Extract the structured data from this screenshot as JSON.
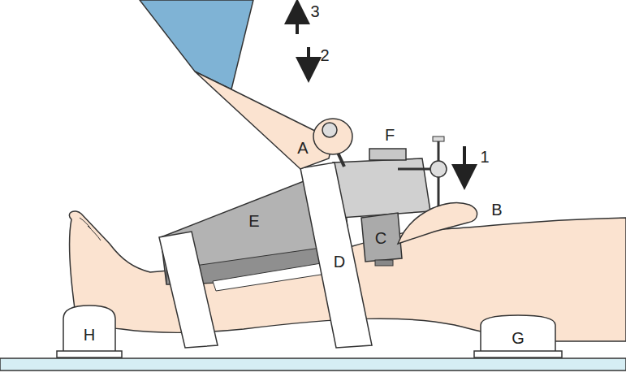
{
  "diagram": {
    "labels": [
      "A",
      "B",
      "C",
      "D",
      "E",
      "F",
      "G",
      "H",
      "1",
      "2",
      "3"
    ]
  }
}
